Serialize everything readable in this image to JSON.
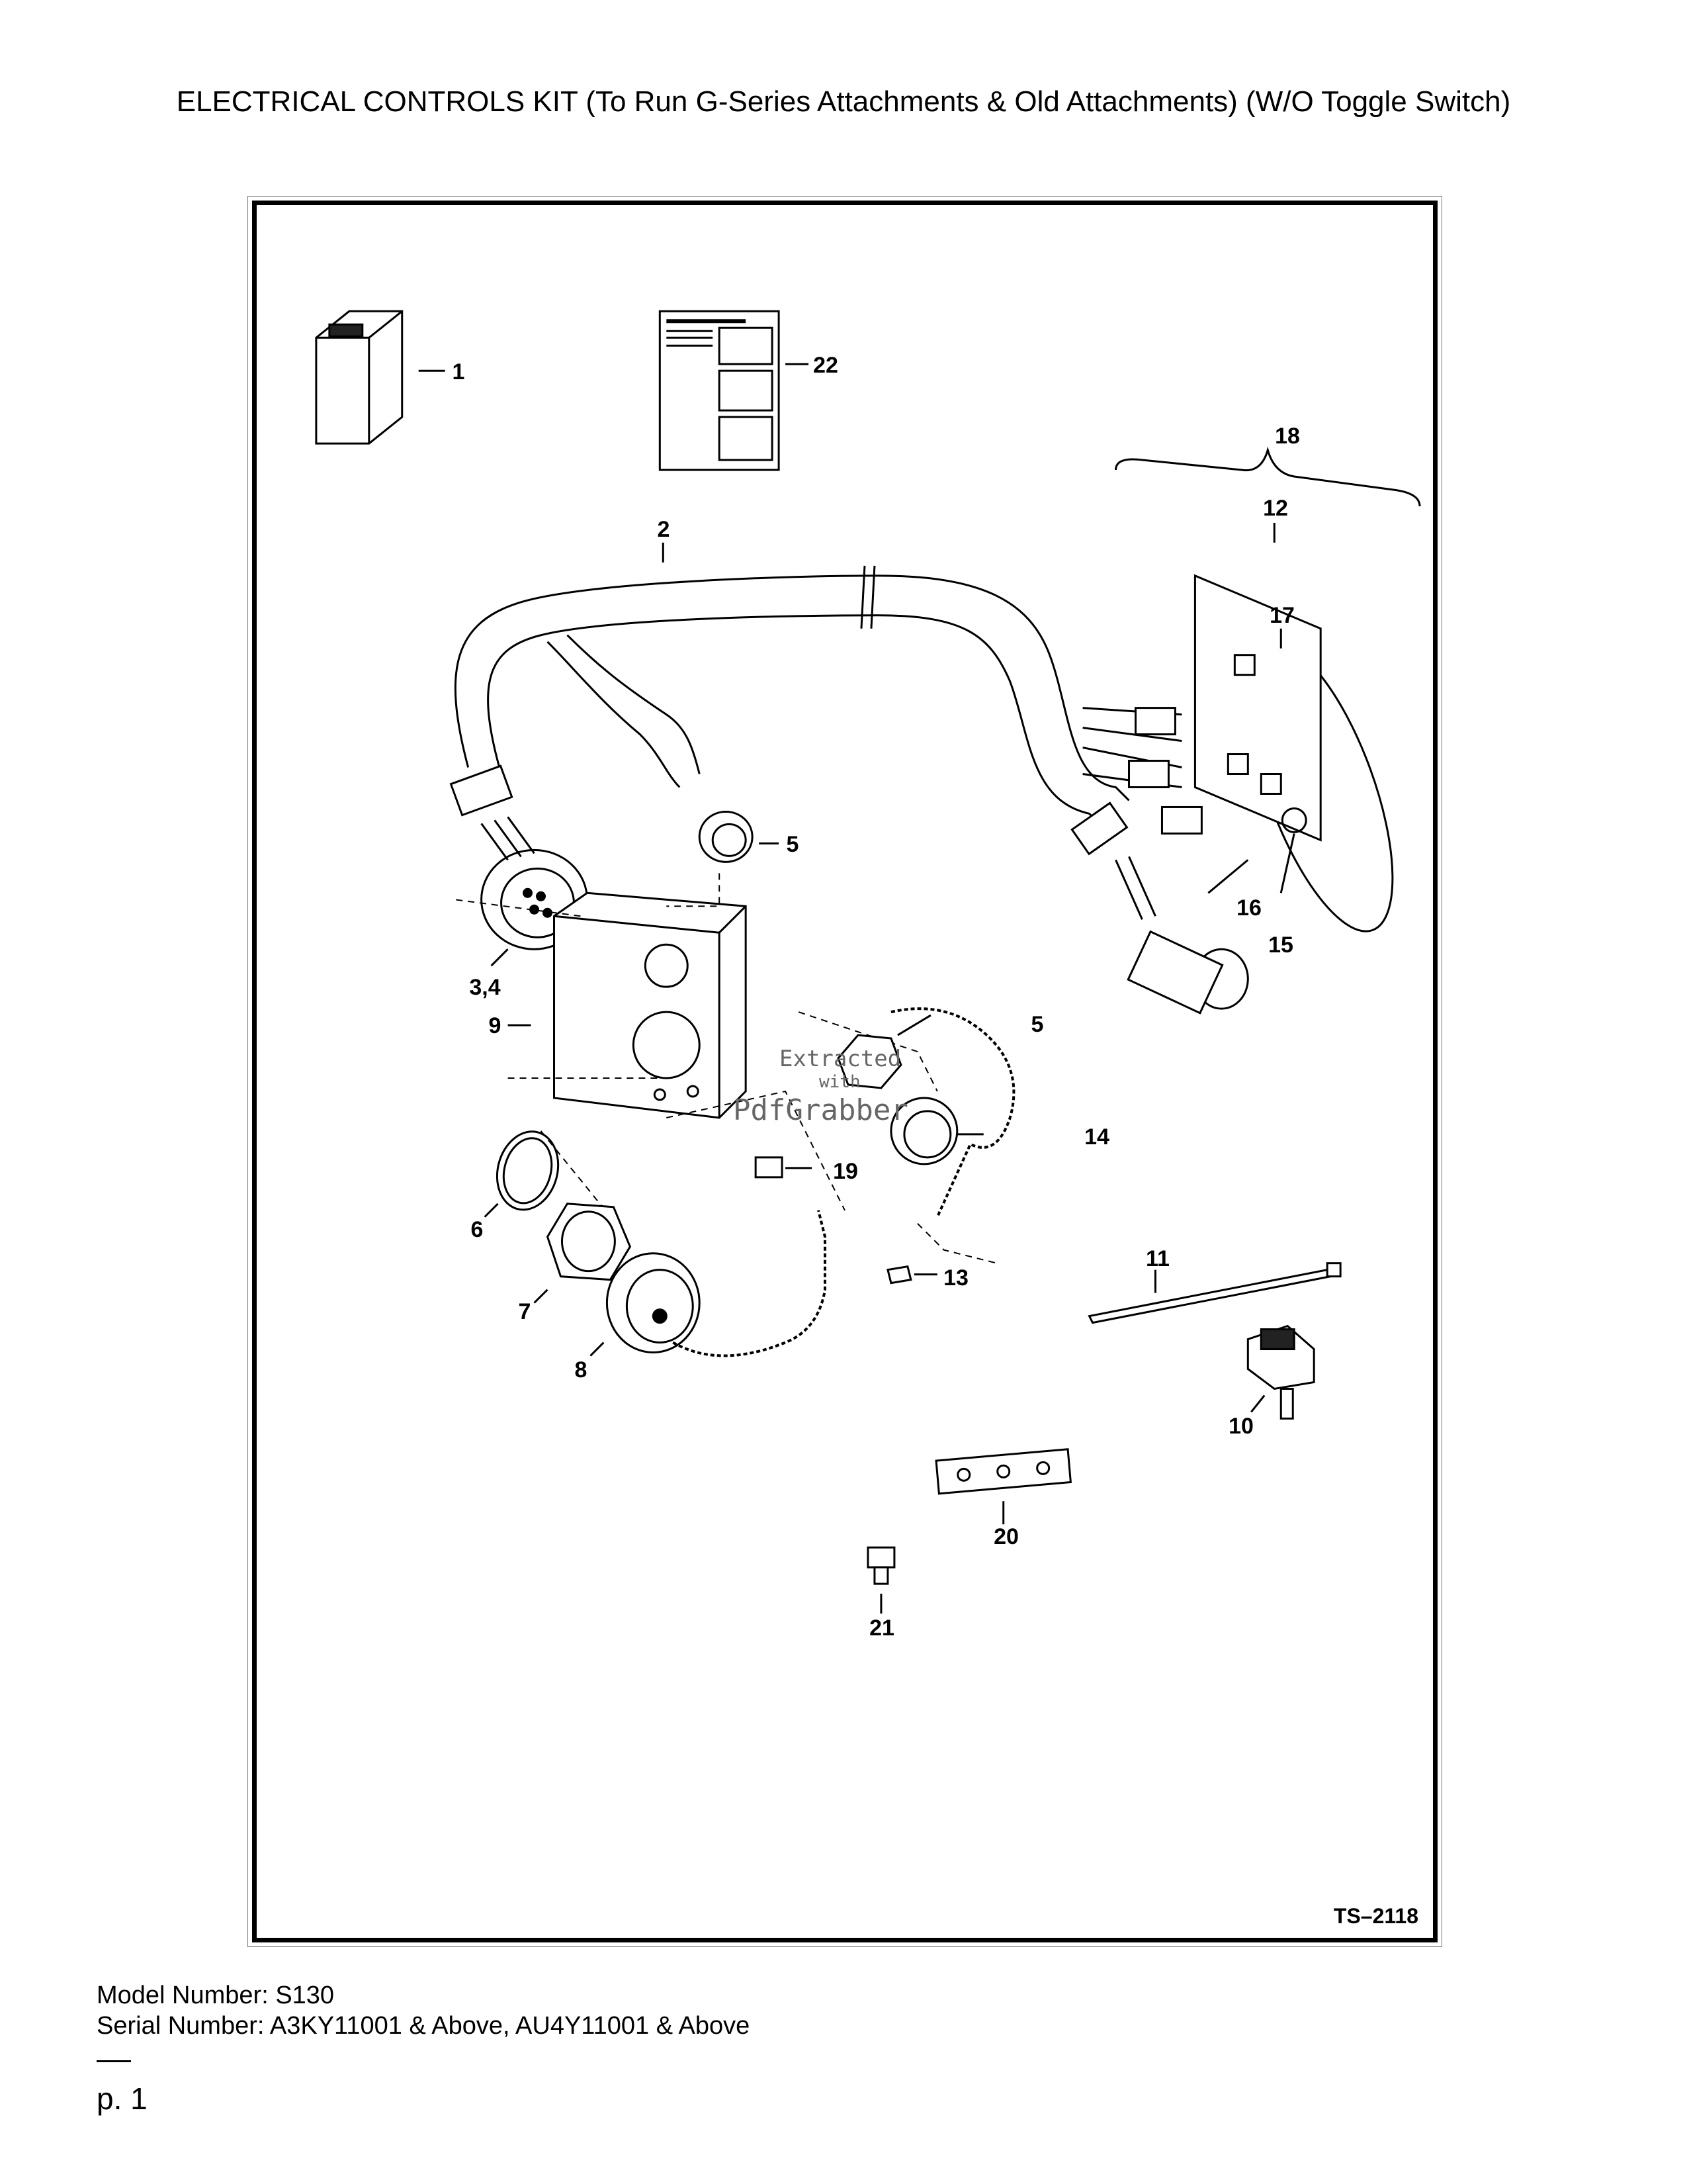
{
  "title": "ELECTRICAL CONTROLS KIT (To Run G-Series Attachments & Old Attachments) (W/O Toggle Switch)",
  "diagram": {
    "drawing_id": "TS–2118",
    "callouts": {
      "c1": "1",
      "c2": "2",
      "c34": "3,4",
      "c5a": "5",
      "c5b": "5",
      "c6": "6",
      "c7": "7",
      "c8": "8",
      "c9": "9",
      "c10": "10",
      "c11": "11",
      "c12": "12",
      "c13": "13",
      "c14": "14",
      "c15": "15",
      "c16": "16",
      "c17": "17",
      "c18": "18",
      "c19": "19",
      "c20": "20",
      "c21": "21",
      "c22": "22"
    },
    "watermark": {
      "line1": "Extracted",
      "line2": "with",
      "line3": "PdfGrabber"
    }
  },
  "footer": {
    "model": "Model Number: S130",
    "serial": "Serial Number: A3KY11001 & Above, AU4Y11001 & Above"
  },
  "page": {
    "number": "p. 1"
  }
}
